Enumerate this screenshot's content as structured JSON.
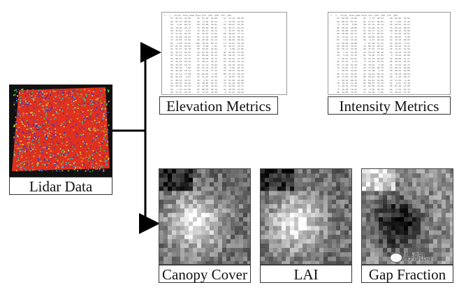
{
  "diagram": {
    "source": {
      "label": "Lidar Data"
    },
    "outputs": {
      "elevation": {
        "label": "Elevation Metrics"
      },
      "intensity": {
        "label": "Intensity Metrics"
      },
      "canopy": {
        "label": "Canopy Cover"
      },
      "lai": {
        "label": "LAI"
      },
      "gap": {
        "label": "Gap Fraction"
      }
    },
    "watermark": "导航圈"
  },
  "colors": {
    "lidar_background": "#111111",
    "lidar_surface": "#e0301e",
    "lidar_points": [
      "#2a36c8",
      "#3bd43b",
      "#f0e040",
      "#19c9d8",
      "#6a2ab0"
    ],
    "arrow": "#000000"
  }
}
